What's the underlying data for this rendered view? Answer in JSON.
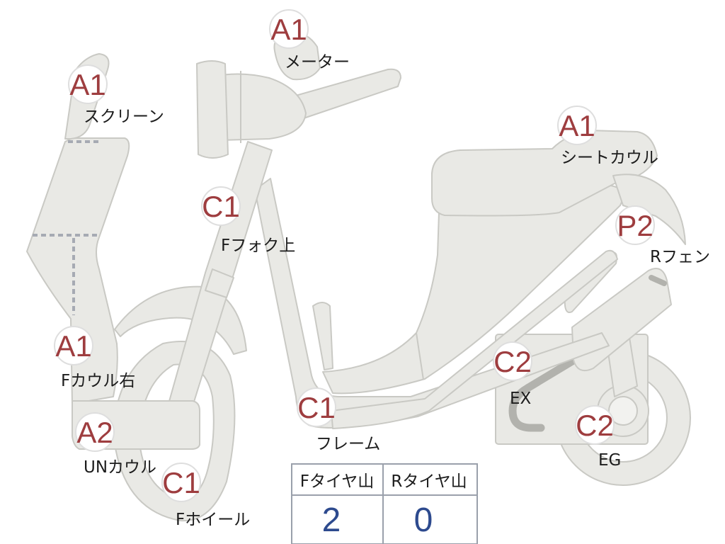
{
  "parts": [
    {
      "id": "meter",
      "code": "A1",
      "label": "メーター"
    },
    {
      "id": "screen",
      "code": "A1",
      "label": "スクリーン"
    },
    {
      "id": "seat-cowl",
      "code": "A1",
      "label": "シートカウル"
    },
    {
      "id": "front-fork-upper",
      "code": "C1",
      "label": "Fフォク上"
    },
    {
      "id": "rear-fender",
      "code": "P2",
      "label": "Rフェン"
    },
    {
      "id": "front-cowl-right",
      "code": "A1",
      "label": "Fカウル右"
    },
    {
      "id": "exhaust",
      "code": "C2",
      "label": "EX"
    },
    {
      "id": "frame",
      "code": "C1",
      "label": "フレーム"
    },
    {
      "id": "under-cowl",
      "code": "A2",
      "label": "UNカウル"
    },
    {
      "id": "engine",
      "code": "C2",
      "label": "EG"
    },
    {
      "id": "front-wheel",
      "code": "C1",
      "label": "Fホイール"
    }
  ],
  "tire_table": {
    "headers": [
      "Fタイヤ山",
      "Rタイヤ山"
    ],
    "values": [
      "2",
      "0"
    ]
  },
  "colors": {
    "part_fill": "#e9e9e5",
    "code_text": "#9e3d3f",
    "value_text": "#2d4a8e"
  }
}
